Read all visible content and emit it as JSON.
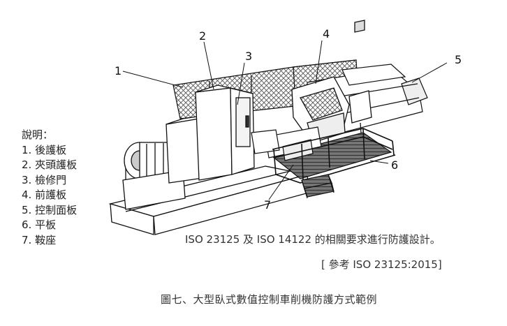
{
  "legend": {
    "title": "說明：",
    "items": [
      "1. 後護板",
      "2. 夾頭護板",
      "3. 檢修門",
      "4. 前護板",
      "5. 控制面板",
      "6. 平板",
      "7. 鞍座"
    ]
  },
  "callouts": [
    "1",
    "2",
    "3",
    "4",
    "5",
    "6",
    "7"
  ],
  "note": "ISO 23125 及 ISO 14122 的相關要求進行防護設計。",
  "reference": "[ 參考 ISO 23125:2015]",
  "caption": "圖七、大型臥式數值控制車削機防護方式範例"
}
